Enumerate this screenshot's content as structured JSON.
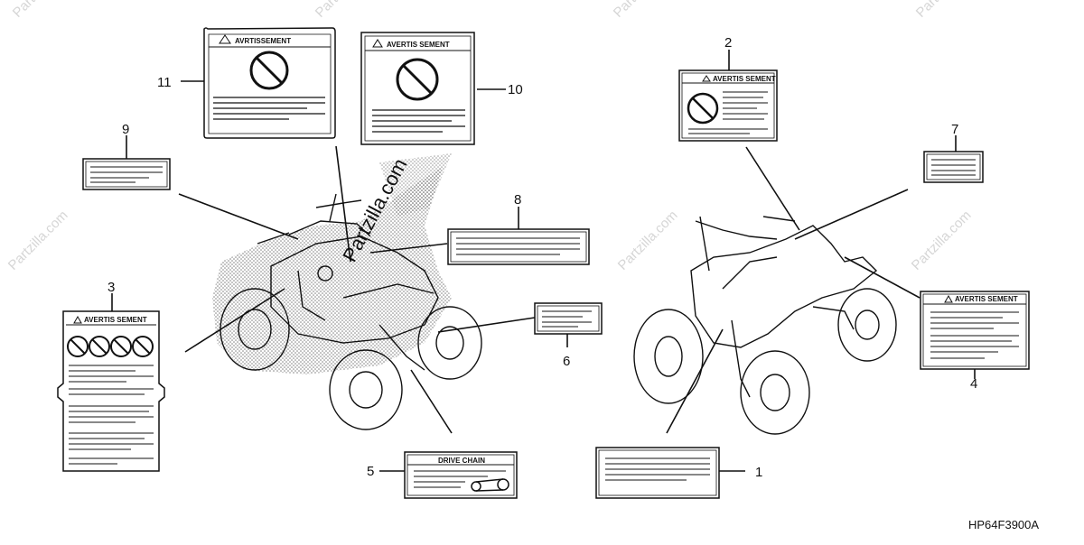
{
  "diagram": {
    "code": "HP64F3900A",
    "watermark": "Partzilla.com",
    "callouts": [
      "1",
      "2",
      "3",
      "4",
      "5",
      "6",
      "7",
      "8",
      "9",
      "10",
      "11"
    ],
    "labels": {
      "avrtissement": "AVRTISSEMENT",
      "avertis_sement": "AVERTIS SEMENT",
      "drive_chain": "DRIVE CHAIN"
    }
  }
}
